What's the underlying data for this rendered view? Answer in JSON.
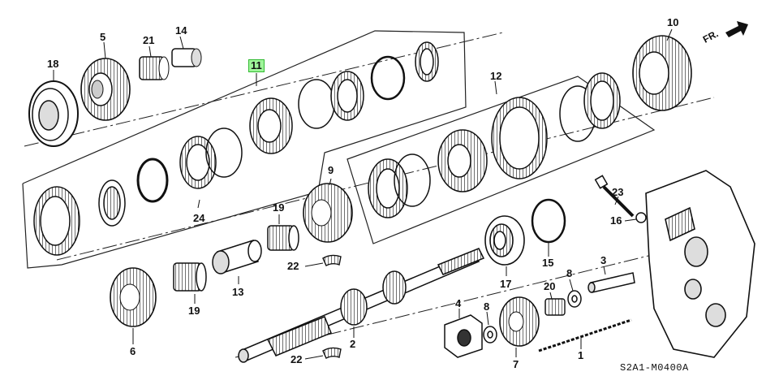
{
  "diagram": {
    "direction_label": "FR.",
    "diagram_code": "S2A1-M0400A",
    "highlight_color": "#9ff59a",
    "callouts": [
      {
        "id": "c18",
        "text": "18"
      },
      {
        "id": "c5",
        "text": "5"
      },
      {
        "id": "c21",
        "text": "21"
      },
      {
        "id": "c14",
        "text": "14"
      },
      {
        "id": "c11",
        "text": "11",
        "highlighted": true
      },
      {
        "id": "c10",
        "text": "10"
      },
      {
        "id": "c12",
        "text": "12"
      },
      {
        "id": "c9",
        "text": "9"
      },
      {
        "id": "c23",
        "text": "23"
      },
      {
        "id": "c24",
        "text": "24"
      },
      {
        "id": "c19a",
        "text": "19"
      },
      {
        "id": "c16",
        "text": "16"
      },
      {
        "id": "c22a",
        "text": "22"
      },
      {
        "id": "c15",
        "text": "15"
      },
      {
        "id": "c3",
        "text": "3"
      },
      {
        "id": "c8a",
        "text": "8"
      },
      {
        "id": "c13",
        "text": "13"
      },
      {
        "id": "c17",
        "text": "17"
      },
      {
        "id": "c20",
        "text": "20"
      },
      {
        "id": "c19b",
        "text": "19"
      },
      {
        "id": "c4",
        "text": "4"
      },
      {
        "id": "c8b",
        "text": "8"
      },
      {
        "id": "c2",
        "text": "2"
      },
      {
        "id": "c6",
        "text": "6"
      },
      {
        "id": "c22b",
        "text": "22"
      },
      {
        "id": "c7",
        "text": "7"
      },
      {
        "id": "c1",
        "text": "1"
      }
    ]
  }
}
